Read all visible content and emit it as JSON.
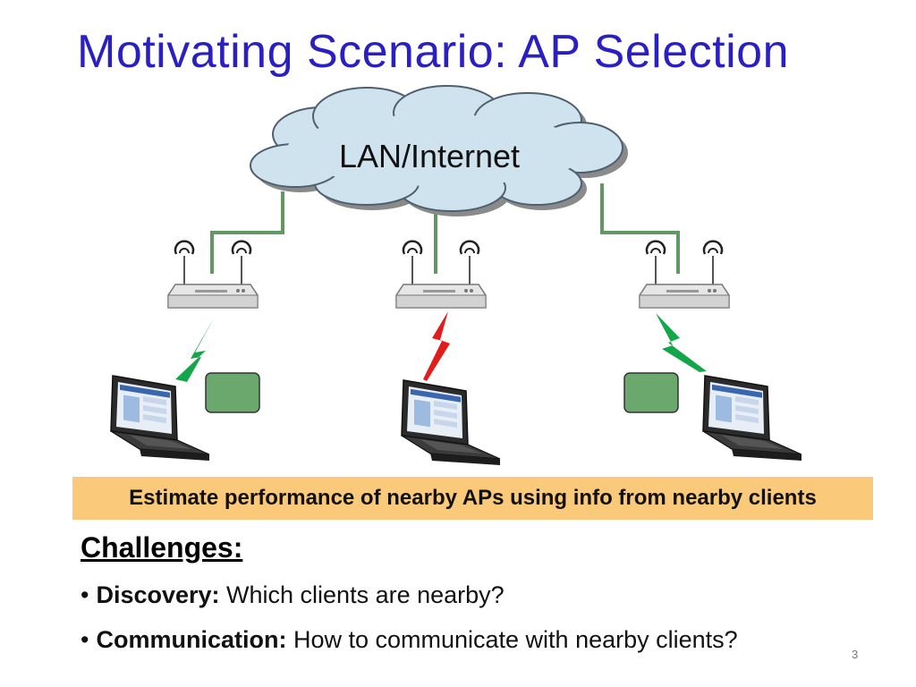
{
  "title": "Motivating Scenario: AP Selection",
  "cloud_label": "LAN/Internet",
  "banner": "Estimate performance of nearby APs using info from nearby clients",
  "challenges": {
    "heading": "Challenges:",
    "items": [
      {
        "bullet": "•",
        "term": "Discovery:",
        "text": " Which clients are nearby?"
      },
      {
        "bullet": "•",
        "term": "Communication:",
        "text": " How to communicate with nearby clients?"
      }
    ]
  },
  "slide_number": "3",
  "links": [
    {
      "from": "left-laptop",
      "to": "left-ap",
      "status": "good",
      "color": "#13a64a"
    },
    {
      "from": "middle-laptop",
      "to": "middle-ap",
      "status": "poor",
      "color": "#e21b1b"
    },
    {
      "from": "right-laptop",
      "to": "right-ap",
      "status": "good",
      "color": "#13a64a"
    }
  ],
  "colors": {
    "title": "#2a1fc2",
    "cloud_fill": "#cfe3ef",
    "wire": "#5e9a62",
    "message_box": "#6aa86e",
    "banner": "#fbc97a"
  }
}
